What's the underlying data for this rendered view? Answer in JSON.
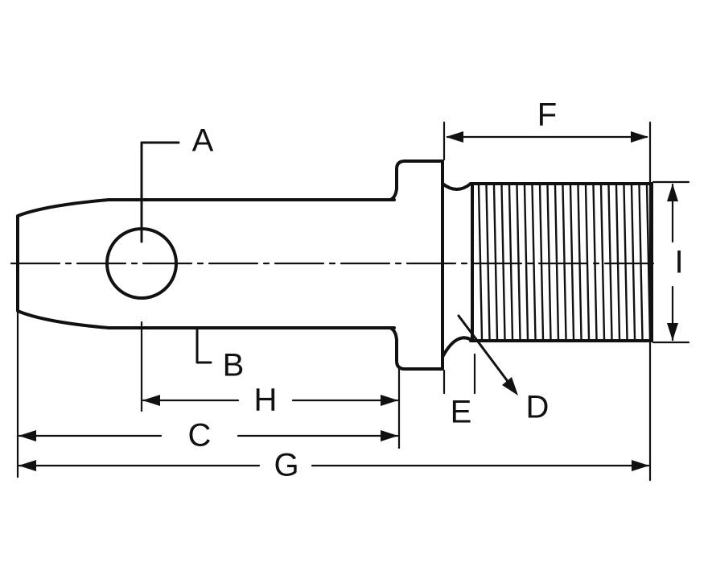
{
  "labels": {
    "A": "A",
    "B": "B",
    "C": "C",
    "D": "D",
    "E": "E",
    "F": "F",
    "G": "G",
    "H": "H",
    "I": "I"
  },
  "colors": {
    "ink": "#111111",
    "paper": "#ffffff"
  }
}
